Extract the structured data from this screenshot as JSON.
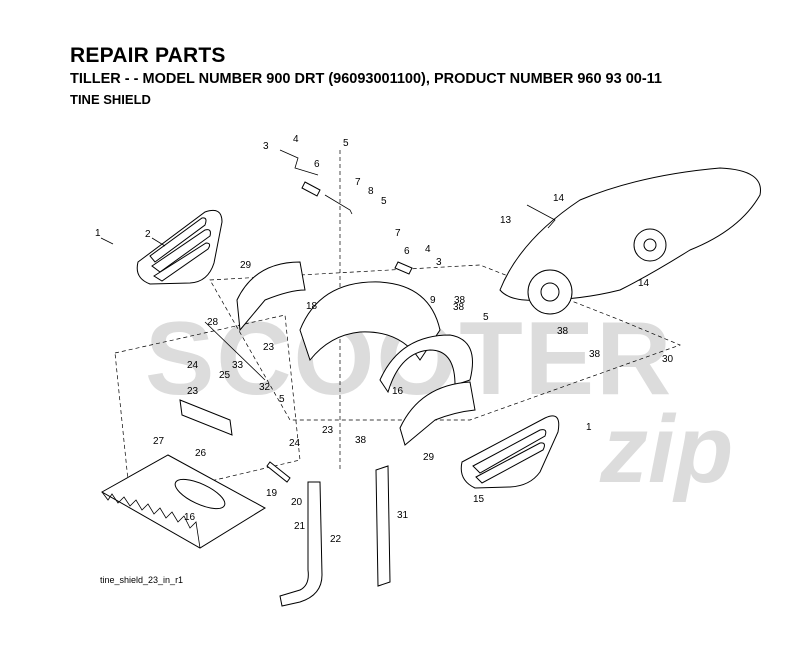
{
  "header": {
    "title": "REPAIR PARTS",
    "subtitle": "TILLER - - MODEL NUMBER 900 DRT (96093001100), PRODUCT NUMBER 960 93 00-11",
    "section": "TINE SHIELD"
  },
  "diagram": {
    "caption": "tine_shield_23_in_r1",
    "callouts": [
      "1",
      "2",
      "3",
      "4",
      "5",
      "6",
      "7",
      "8",
      "5",
      "7",
      "6",
      "4",
      "3",
      "13",
      "14",
      "29",
      "18",
      "9",
      "38",
      "5",
      "38",
      "14",
      "28",
      "23",
      "33",
      "24",
      "25",
      "32",
      "23",
      "5",
      "38",
      "16",
      "24",
      "23",
      "38",
      "29",
      "38",
      "30",
      "1",
      "27",
      "26",
      "19",
      "20",
      "21",
      "16",
      "22",
      "31",
      "15"
    ]
  },
  "watermark": {
    "text1": "SCOOTER",
    "text2": "zip"
  }
}
